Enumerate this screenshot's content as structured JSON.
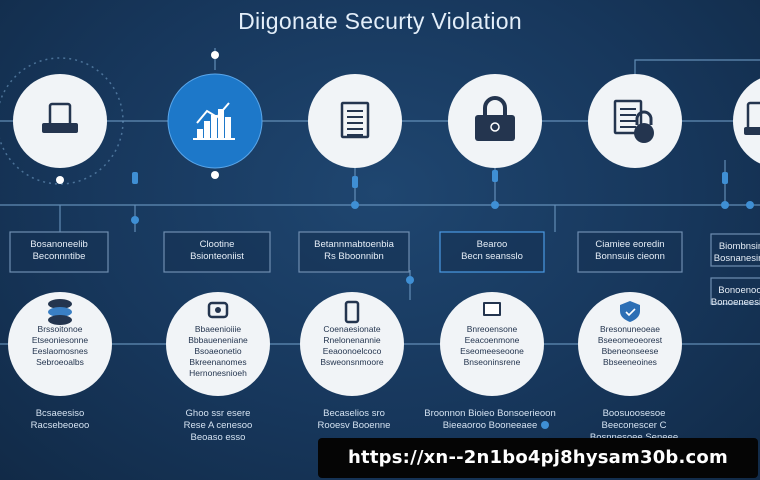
{
  "title": "Diigonate Securty Violation",
  "url_badge": "https://xn--2n1bo4pj8hysam30b.com",
  "colors": {
    "background": "#17375c",
    "node_white": "#f1f4f7",
    "node_active": "#1d78c9",
    "icon": "#24354f",
    "line": "#6f9cc5",
    "label_box_border": "#6f8eb1",
    "label_box_active_border": "#4a9ae3",
    "dot": "#3f8fd4",
    "badge_bg": "#050505",
    "badge_text": "#ffffff"
  },
  "top_nodes": [
    {
      "icon": "keyboard-icon",
      "active": false
    },
    {
      "icon": "bar-chart-icon",
      "active": true
    },
    {
      "icon": "document-icon",
      "active": false
    },
    {
      "icon": "padlock-icon",
      "active": false
    },
    {
      "icon": "document-lock-icon",
      "active": false
    },
    {
      "icon": "monitor-icon",
      "active": false
    }
  ],
  "label_boxes": [
    {
      "lines": [
        "Bosanoneelib",
        "Beconnntibe"
      ],
      "active": false
    },
    {
      "lines": [
        "Clootine",
        "Bsionteoniist"
      ],
      "active": false
    },
    {
      "lines": [
        "Betannmabtoenbia",
        "Rs Bboonnibn"
      ],
      "active": false
    },
    {
      "lines": [
        "Bearoo",
        "Becn seansslo"
      ],
      "active": true
    },
    {
      "lines": [
        "Ciamiee eoredin",
        "Bonnsuis cieonn"
      ],
      "active": false
    },
    {
      "lines": [
        "Biombnsin",
        "Bosnanesins"
      ],
      "active": false
    },
    {
      "lines": [
        "Bonoenooi",
        "Bonoeneesins"
      ],
      "active": false
    }
  ],
  "bottom_nodes": [
    {
      "icon": "database-icon",
      "lines": [
        "Brssoitonoe",
        "Etseoniesonne",
        "Eeslaomosnes",
        "Sebroeoalbs"
      ]
    },
    {
      "icon": "router-icon",
      "lines": [
        "Bbaeenioiiie",
        "Bbbaueneniane",
        "Bsoaeonetio",
        "Bkreenanomes",
        "Hernonesnioeh"
      ]
    },
    {
      "icon": "smartphone-icon",
      "lines": [
        "Coenaesionate",
        "Rnelonenannie",
        "Eeaoonoelcoco",
        "Bsweonsnmoore"
      ]
    },
    {
      "icon": "gear-screen-icon",
      "lines": [
        "Bnreoensone",
        "Eeacoenmone",
        "Eseomeeseoone",
        "Bnseoninsrene"
      ]
    },
    {
      "icon": "shield-icon",
      "lines": [
        "Bresonuneoeae",
        "Bseeomeoeorest",
        "Bbeneonseese",
        "Bbseeneoines"
      ]
    }
  ],
  "captions": [
    {
      "lines": [
        "Bcsaeesiso",
        "Racsebeoeoo"
      ]
    },
    {
      "lines": [
        "Ghoo ssr esere",
        "Rese A cenesoo",
        "Beoaso esso"
      ]
    },
    {
      "lines": [
        "Becaselios sro",
        "Rooesv Booenne"
      ]
    },
    {
      "lines": [
        "Broonnon Bioieo Bonsoerieoon",
        "Bieeaoroo Booneeaee"
      ]
    },
    {
      "lines": [
        "Boosuoosesoe",
        "Beeconescer C",
        "Bosnnesoee Seneee"
      ]
    }
  ]
}
